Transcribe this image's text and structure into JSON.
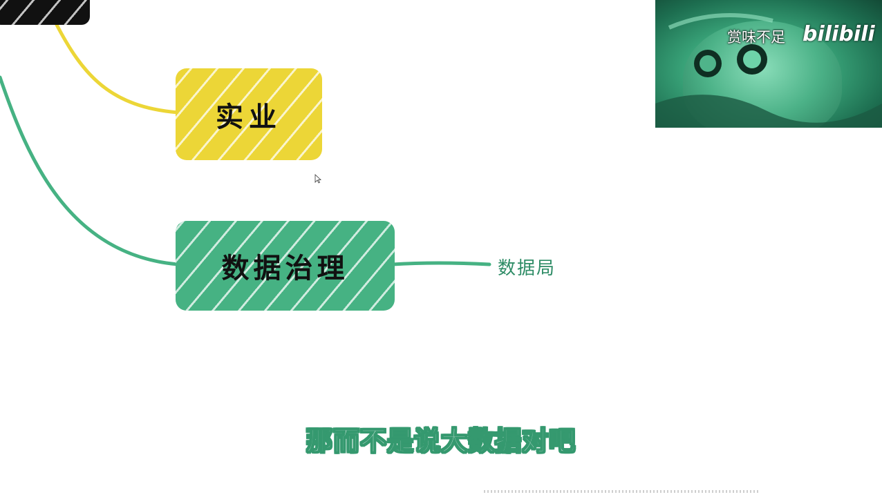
{
  "mindmap": {
    "root_node": {
      "label": ""
    },
    "branches": [
      {
        "label": "实业",
        "color": "#ecd637"
      },
      {
        "label": "数据治理",
        "color": "#46b283",
        "children": [
          {
            "label": "数据局"
          }
        ]
      }
    ]
  },
  "video_overlay": {
    "caption": "赏味不足",
    "logo_text": "bilibili"
  },
  "subtitle": {
    "text": "那而不是说大数据对吧"
  },
  "colors": {
    "yellow_branch": "#ecd637",
    "green_branch": "#46b283",
    "green_text": "#2e8c66",
    "subtitle_outline": "#35996f"
  }
}
